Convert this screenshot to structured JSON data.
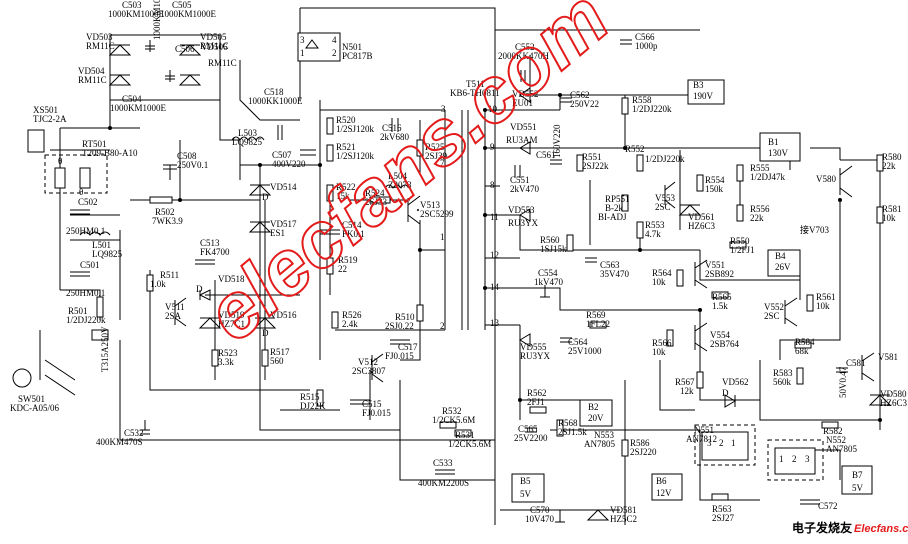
{
  "labels": [
    {
      "id": "c503",
      "text": "C503"
    },
    {
      "id": "c503v",
      "text": "1000KM1000E"
    },
    {
      "id": "c505",
      "text": "C505"
    },
    {
      "id": "c505v",
      "text": "1000KM1000E"
    },
    {
      "id": "vd503",
      "text": "VD503"
    },
    {
      "id": "vd503v",
      "text": "RM11C"
    },
    {
      "id": "vd505",
      "text": "VD505"
    },
    {
      "id": "vd505v",
      "text": "RM11C"
    },
    {
      "id": "vd504",
      "text": "VD504"
    },
    {
      "id": "vd504v",
      "text": "RM11C"
    },
    {
      "id": "vd506",
      "text": "VD506"
    },
    {
      "id": "vd506v",
      "text": "RM11C"
    },
    {
      "id": "c506",
      "text": "C506"
    },
    {
      "id": "c506v",
      "text": "1000KM1000E"
    },
    {
      "id": "c504",
      "text": "C504"
    },
    {
      "id": "c504v",
      "text": "1000KM1000E"
    },
    {
      "id": "xs501",
      "text": "XS501"
    },
    {
      "id": "xs501v",
      "text": "TJC2-2A"
    },
    {
      "id": "rt501",
      "text": "RT501"
    },
    {
      "id": "rt501v",
      "text": "T209-B80-A10"
    },
    {
      "id": "c508",
      "text": "C508"
    },
    {
      "id": "c508v",
      "text": "250V0.1"
    },
    {
      "id": "r502",
      "text": "R502"
    },
    {
      "id": "r502v",
      "text": "7WK3.9"
    },
    {
      "id": "c502",
      "text": "C502"
    },
    {
      "id": "c502v",
      "text": "250HM0.1"
    },
    {
      "id": "l501",
      "text": "L501"
    },
    {
      "id": "l501v",
      "text": "LQ9825"
    },
    {
      "id": "c501",
      "text": "C501"
    },
    {
      "id": "c501v",
      "text": "250HM0.1"
    },
    {
      "id": "r501",
      "text": "R501"
    },
    {
      "id": "r501v",
      "text": "1/2DJ220k"
    },
    {
      "id": "f501",
      "text": "T315A250V"
    },
    {
      "id": "sw501",
      "text": "SW501"
    },
    {
      "id": "sw501v",
      "text": "KDC-A05/06"
    },
    {
      "id": "c532",
      "text": "C532"
    },
    {
      "id": "c532v",
      "text": "400KM470S"
    },
    {
      "id": "c518",
      "text": "C518"
    },
    {
      "id": "c518v",
      "text": "1000KK1000E"
    },
    {
      "id": "l503",
      "text": "L503"
    },
    {
      "id": "l503v",
      "text": "LQ9825"
    },
    {
      "id": "c507",
      "text": "C507"
    },
    {
      "id": "c507v",
      "text": "400V220"
    },
    {
      "id": "n501",
      "text": "N501"
    },
    {
      "id": "n501v",
      "text": "PC817B"
    },
    {
      "id": "r520",
      "text": "R520"
    },
    {
      "id": "r520v",
      "text": "1/2SJ120k"
    },
    {
      "id": "r521",
      "text": "R521"
    },
    {
      "id": "r521v",
      "text": "1/2SJ120k"
    },
    {
      "id": "r522",
      "text": "R522"
    },
    {
      "id": "r522v",
      "text": "15k"
    },
    {
      "id": "c516",
      "text": "C516"
    },
    {
      "id": "c516v",
      "text": "2kV680"
    },
    {
      "id": "r525",
      "text": "R525"
    },
    {
      "id": "r525v",
      "text": "2SJ39"
    },
    {
      "id": "l504",
      "text": "L504"
    },
    {
      "id": "l504v",
      "text": "Z2073"
    },
    {
      "id": "r524",
      "text": "R524"
    },
    {
      "id": "r524v",
      "text": "2SJ33"
    },
    {
      "id": "v513",
      "text": "V513"
    },
    {
      "id": "v513v",
      "text": "2SC5299"
    },
    {
      "id": "vd514",
      "text": "VD514"
    },
    {
      "id": "vd517",
      "text": "VD517"
    },
    {
      "id": "vd517v",
      "text": "ES1"
    },
    {
      "id": "c514",
      "text": "C514"
    },
    {
      "id": "c514v",
      "text": "FK0.1"
    },
    {
      "id": "r519",
      "text": "R519"
    },
    {
      "id": "r519v",
      "text": "22"
    },
    {
      "id": "c513",
      "text": "C513"
    },
    {
      "id": "c513v",
      "text": "FK4700"
    },
    {
      "id": "r511",
      "text": "R511"
    },
    {
      "id": "r511v",
      "text": "1.0k"
    },
    {
      "id": "vd518",
      "text": "VD518"
    },
    {
      "id": "v511",
      "text": "V511"
    },
    {
      "id": "v511v",
      "text": "2SA"
    },
    {
      "id": "vd519",
      "text": "VD519"
    },
    {
      "id": "vd519v",
      "text": "HZ7C1"
    },
    {
      "id": "vd516",
      "text": "VD516"
    },
    {
      "id": "r523",
      "text": "R523"
    },
    {
      "id": "r523v",
      "text": "3.3k"
    },
    {
      "id": "r517",
      "text": "R517"
    },
    {
      "id": "r517v",
      "text": "560"
    },
    {
      "id": "r526",
      "text": "R526"
    },
    {
      "id": "r526v",
      "text": "2.4k"
    },
    {
      "id": "r510",
      "text": "R510"
    },
    {
      "id": "r510v",
      "text": "2SJ0.22"
    },
    {
      "id": "c517",
      "text": "C517"
    },
    {
      "id": "c517v",
      "text": "FJ0.015"
    },
    {
      "id": "v512",
      "text": "V512"
    },
    {
      "id": "v512v",
      "text": "2SC3807"
    },
    {
      "id": "c515",
      "text": "C515"
    },
    {
      "id": "c515v",
      "text": "FJ0.015"
    },
    {
      "id": "r515",
      "text": "R515"
    },
    {
      "id": "r515v",
      "text": "DJ22K"
    },
    {
      "id": "r532",
      "text": "R532"
    },
    {
      "id": "r532v",
      "text": "1/2CK5.6M"
    },
    {
      "id": "r531",
      "text": "R531"
    },
    {
      "id": "r531v",
      "text": "1/2CK5.6M"
    },
    {
      "id": "c533",
      "text": "C533"
    },
    {
      "id": "c533v",
      "text": "400KM2200S"
    },
    {
      "id": "t511",
      "text": "T511"
    },
    {
      "id": "t511v",
      "text": "KB6-TH0811"
    },
    {
      "id": "c552",
      "text": "C552"
    },
    {
      "id": "c552v",
      "text": "2000KK470H"
    },
    {
      "id": "c566",
      "text": "C566"
    },
    {
      "id": "c566v",
      "text": "1000p"
    },
    {
      "id": "vd552",
      "text": "VD552"
    },
    {
      "id": "vd552v",
      "text": "EU01"
    },
    {
      "id": "c562",
      "text": "C562"
    },
    {
      "id": "c562v",
      "text": "250V22"
    },
    {
      "id": "r558",
      "text": "R558"
    },
    {
      "id": "r558v",
      "text": "1/2DJ220k"
    },
    {
      "id": "b3",
      "text": "B3"
    },
    {
      "id": "b3v",
      "text": "190V"
    },
    {
      "id": "vd551",
      "text": "VD551"
    },
    {
      "id": "vd551v",
      "text": "RU3AM"
    },
    {
      "id": "c551",
      "text": "C551"
    },
    {
      "id": "c551v",
      "text": "2kV470"
    },
    {
      "id": "c561",
      "text": "C561"
    },
    {
      "id": "c561v",
      "text": "160V220"
    },
    {
      "id": "r551",
      "text": "R551"
    },
    {
      "id": "r551v",
      "text": "2SJ22k"
    },
    {
      "id": "r552",
      "text": "R552"
    },
    {
      "id": "r552v",
      "text": "1/2DJ220k"
    },
    {
      "id": "r554",
      "text": "R554"
    },
    {
      "id": "r554v",
      "text": "150k"
    },
    {
      "id": "rp551",
      "text": "RP551"
    },
    {
      "id": "rp551v",
      "text": "B-2k"
    },
    {
      "id": "rp551v2",
      "text": "BI-ADJ"
    },
    {
      "id": "v553",
      "text": "V553"
    },
    {
      "id": "v553v",
      "text": "2SC"
    },
    {
      "id": "vd561",
      "text": "VD561"
    },
    {
      "id": "vd561v",
      "text": "HZ6C3"
    },
    {
      "id": "r553",
      "text": "R553"
    },
    {
      "id": "r553v",
      "text": "4.7k"
    },
    {
      "id": "b1",
      "text": "B1"
    },
    {
      "id": "b1v",
      "text": "130V"
    },
    {
      "id": "r555",
      "text": "R555"
    },
    {
      "id": "r555v",
      "text": "1/2DJ47k"
    },
    {
      "id": "r556",
      "text": "R556"
    },
    {
      "id": "r556v",
      "text": "22k"
    },
    {
      "id": "v580",
      "text": "V580"
    },
    {
      "id": "r580",
      "text": "R580"
    },
    {
      "id": "r580v",
      "text": "22k"
    },
    {
      "id": "r581",
      "text": "R581"
    },
    {
      "id": "r581v",
      "text": "10k"
    },
    {
      "id": "v703",
      "text": "接V703"
    },
    {
      "id": "vd553",
      "text": "VD553"
    },
    {
      "id": "vd553v",
      "text": "RU3YX"
    },
    {
      "id": "r560",
      "text": "R560"
    },
    {
      "id": "r560v",
      "text": "1SJ15k"
    },
    {
      "id": "c563",
      "text": "C563"
    },
    {
      "id": "c563v",
      "text": "35V470"
    },
    {
      "id": "r550",
      "text": "R550"
    },
    {
      "id": "r550v",
      "text": "1/2FJ1"
    },
    {
      "id": "b4",
      "text": "B4"
    },
    {
      "id": "b4v",
      "text": "26V"
    },
    {
      "id": "v551",
      "text": "V551"
    },
    {
      "id": "v551v",
      "text": "2SB892"
    },
    {
      "id": "r564",
      "text": "R564"
    },
    {
      "id": "r564v",
      "text": "10k"
    },
    {
      "id": "r565",
      "text": "R565"
    },
    {
      "id": "r565v",
      "text": "1.5k"
    },
    {
      "id": "v552",
      "text": "V552"
    },
    {
      "id": "v552v",
      "text": "2SC"
    },
    {
      "id": "r561",
      "text": "R561"
    },
    {
      "id": "r561v",
      "text": "10k"
    },
    {
      "id": "c554",
      "text": "C554"
    },
    {
      "id": "c554v",
      "text": "1kV470"
    },
    {
      "id": "r569",
      "text": "R569"
    },
    {
      "id": "r569v",
      "text": "1FL22"
    },
    {
      "id": "c564",
      "text": "C564"
    },
    {
      "id": "c564v",
      "text": "25V1000"
    },
    {
      "id": "vd555",
      "text": "VD555"
    },
    {
      "id": "vd555v",
      "text": "RU3YX"
    },
    {
      "id": "r566",
      "text": "R566"
    },
    {
      "id": "r566v",
      "text": "10k"
    },
    {
      "id": "v554",
      "text": "V554"
    },
    {
      "id": "v554v",
      "text": "2SB764"
    },
    {
      "id": "r567",
      "text": "R567"
    },
    {
      "id": "r567v",
      "text": "12k"
    },
    {
      "id": "vd562",
      "text": "VD562"
    },
    {
      "id": "r584",
      "text": "R584"
    },
    {
      "id": "r584v",
      "text": "68k"
    },
    {
      "id": "r583",
      "text": "R583"
    },
    {
      "id": "r583v",
      "text": "560k"
    },
    {
      "id": "c581",
      "text": "C581"
    },
    {
      "id": "c581v",
      "text": "50V0.47"
    },
    {
      "id": "v581",
      "text": "V581"
    },
    {
      "id": "vd580",
      "text": "VD580"
    },
    {
      "id": "vd580v",
      "text": "HZ6C3"
    },
    {
      "id": "r582",
      "text": "R582"
    },
    {
      "id": "r562",
      "text": "R562"
    },
    {
      "id": "r562v",
      "text": "2FJ1"
    },
    {
      "id": "b2",
      "text": "B2"
    },
    {
      "id": "b2v",
      "text": "20V"
    },
    {
      "id": "c565",
      "text": "C565"
    },
    {
      "id": "c565v",
      "text": "25V2200"
    },
    {
      "id": "r568",
      "text": "R568"
    },
    {
      "id": "r568v",
      "text": "2SJ1.5k"
    },
    {
      "id": "n553",
      "text": "N553"
    },
    {
      "id": "n553v",
      "text": "AN7805"
    },
    {
      "id": "r586",
      "text": "R586"
    },
    {
      "id": "r586v",
      "text": "2SJ220"
    },
    {
      "id": "n551",
      "text": "N551"
    },
    {
      "id": "n551v",
      "text": "AN7812"
    },
    {
      "id": "n552",
      "text": "N552"
    },
    {
      "id": "n552v",
      "text": "AN7805"
    },
    {
      "id": "b5",
      "text": "B5"
    },
    {
      "id": "b5v",
      "text": "5V"
    },
    {
      "id": "c570",
      "text": "C570"
    },
    {
      "id": "c570v",
      "text": "10V470"
    },
    {
      "id": "vd581",
      "text": "VD581"
    },
    {
      "id": "vd581v",
      "text": "HZ5C2"
    },
    {
      "id": "b6",
      "text": "B6"
    },
    {
      "id": "b6v",
      "text": "12V"
    },
    {
      "id": "r563",
      "text": "R563"
    },
    {
      "id": "r563v",
      "text": "2SJ27"
    },
    {
      "id": "b7",
      "text": "B7"
    },
    {
      "id": "b7v",
      "text": "5V"
    },
    {
      "id": "c572",
      "text": "C572"
    },
    {
      "id": "d518",
      "text": "D"
    },
    {
      "id": "d514",
      "text": "D"
    },
    {
      "id": "d516",
      "text": "D"
    },
    {
      "id": "d562",
      "text": "D"
    },
    {
      "id": "pin3",
      "text": "3"
    },
    {
      "id": "pin4",
      "text": "4"
    },
    {
      "id": "pin1",
      "text": "1"
    },
    {
      "id": "pin2",
      "text": "2"
    },
    {
      "id": "pin3b",
      "text": "3"
    },
    {
      "id": "pin7",
      "text": "7"
    },
    {
      "id": "pin1b",
      "text": "1"
    },
    {
      "id": "pin2b",
      "text": "2"
    },
    {
      "id": "pin10",
      "text": "10"
    },
    {
      "id": "pin9",
      "text": "9"
    },
    {
      "id": "pin8",
      "text": "8"
    },
    {
      "id": "pin11",
      "text": "11"
    },
    {
      "id": "pin12",
      "text": "12"
    },
    {
      "id": "pin14",
      "text": "14"
    },
    {
      "id": "pin13",
      "text": "13"
    },
    {
      "id": "n551p3",
      "text": "3"
    },
    {
      "id": "n551p2",
      "text": "2"
    },
    {
      "id": "n551p1",
      "text": "1"
    },
    {
      "id": "n552p1",
      "text": "1"
    },
    {
      "id": "n552p2",
      "text": "2"
    },
    {
      "id": "n552p3",
      "text": "3"
    },
    {
      "id": "theta1",
      "text": "θ"
    },
    {
      "id": "theta2",
      "text": "θ"
    }
  ],
  "watermark": "elecfans.com",
  "logo": {
    "cn": "电子发烧友",
    "en": "Elecfans.com"
  },
  "colors": {
    "watermark": "#e41b1b",
    "ink": "#000000"
  }
}
